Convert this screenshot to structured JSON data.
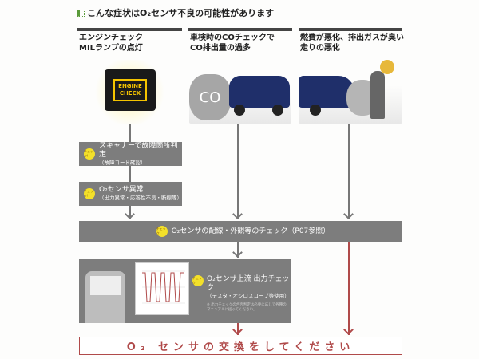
{
  "header": {
    "title": "こんな症状はO₂センサ不良の可能性があります"
  },
  "columns": [
    {
      "title_line1": "エンジンチェック",
      "title_line2": "MILランプの点灯",
      "image_label_line1": "ENGINE",
      "image_label_line2": "CHECK"
    },
    {
      "title_line1": "車検時のCOチェックで",
      "title_line2": "CO排出量の過多",
      "image_label": "CO"
    },
    {
      "title_line1": "燃費が悪化、排出ガスが臭い",
      "title_line2": "走りの悪化"
    }
  ],
  "badge": "チェック!",
  "steps": [
    {
      "main": "スキャナーで故障箇所判定",
      "sub": "（故障コード確認）"
    },
    {
      "main": "O₂センサ異常",
      "sub": "（出力異常・応答性不良・断線等）"
    },
    {
      "main": "O₂センサの配線・外観等のチェック（P07参照）"
    },
    {
      "main": "O₂センサ上流 出力チェック",
      "sub": "（テスタ・オシロスコープ等使用）",
      "note": "※ 出力チェックの合否判定は必要に応じて各種のマニュアルに従ってください。"
    }
  ],
  "result": "O₂ センサの交換をしてください",
  "colors": {
    "gray": "#7d7d7d",
    "red": "#b04a4a",
    "yellow": "#f3e02a"
  }
}
